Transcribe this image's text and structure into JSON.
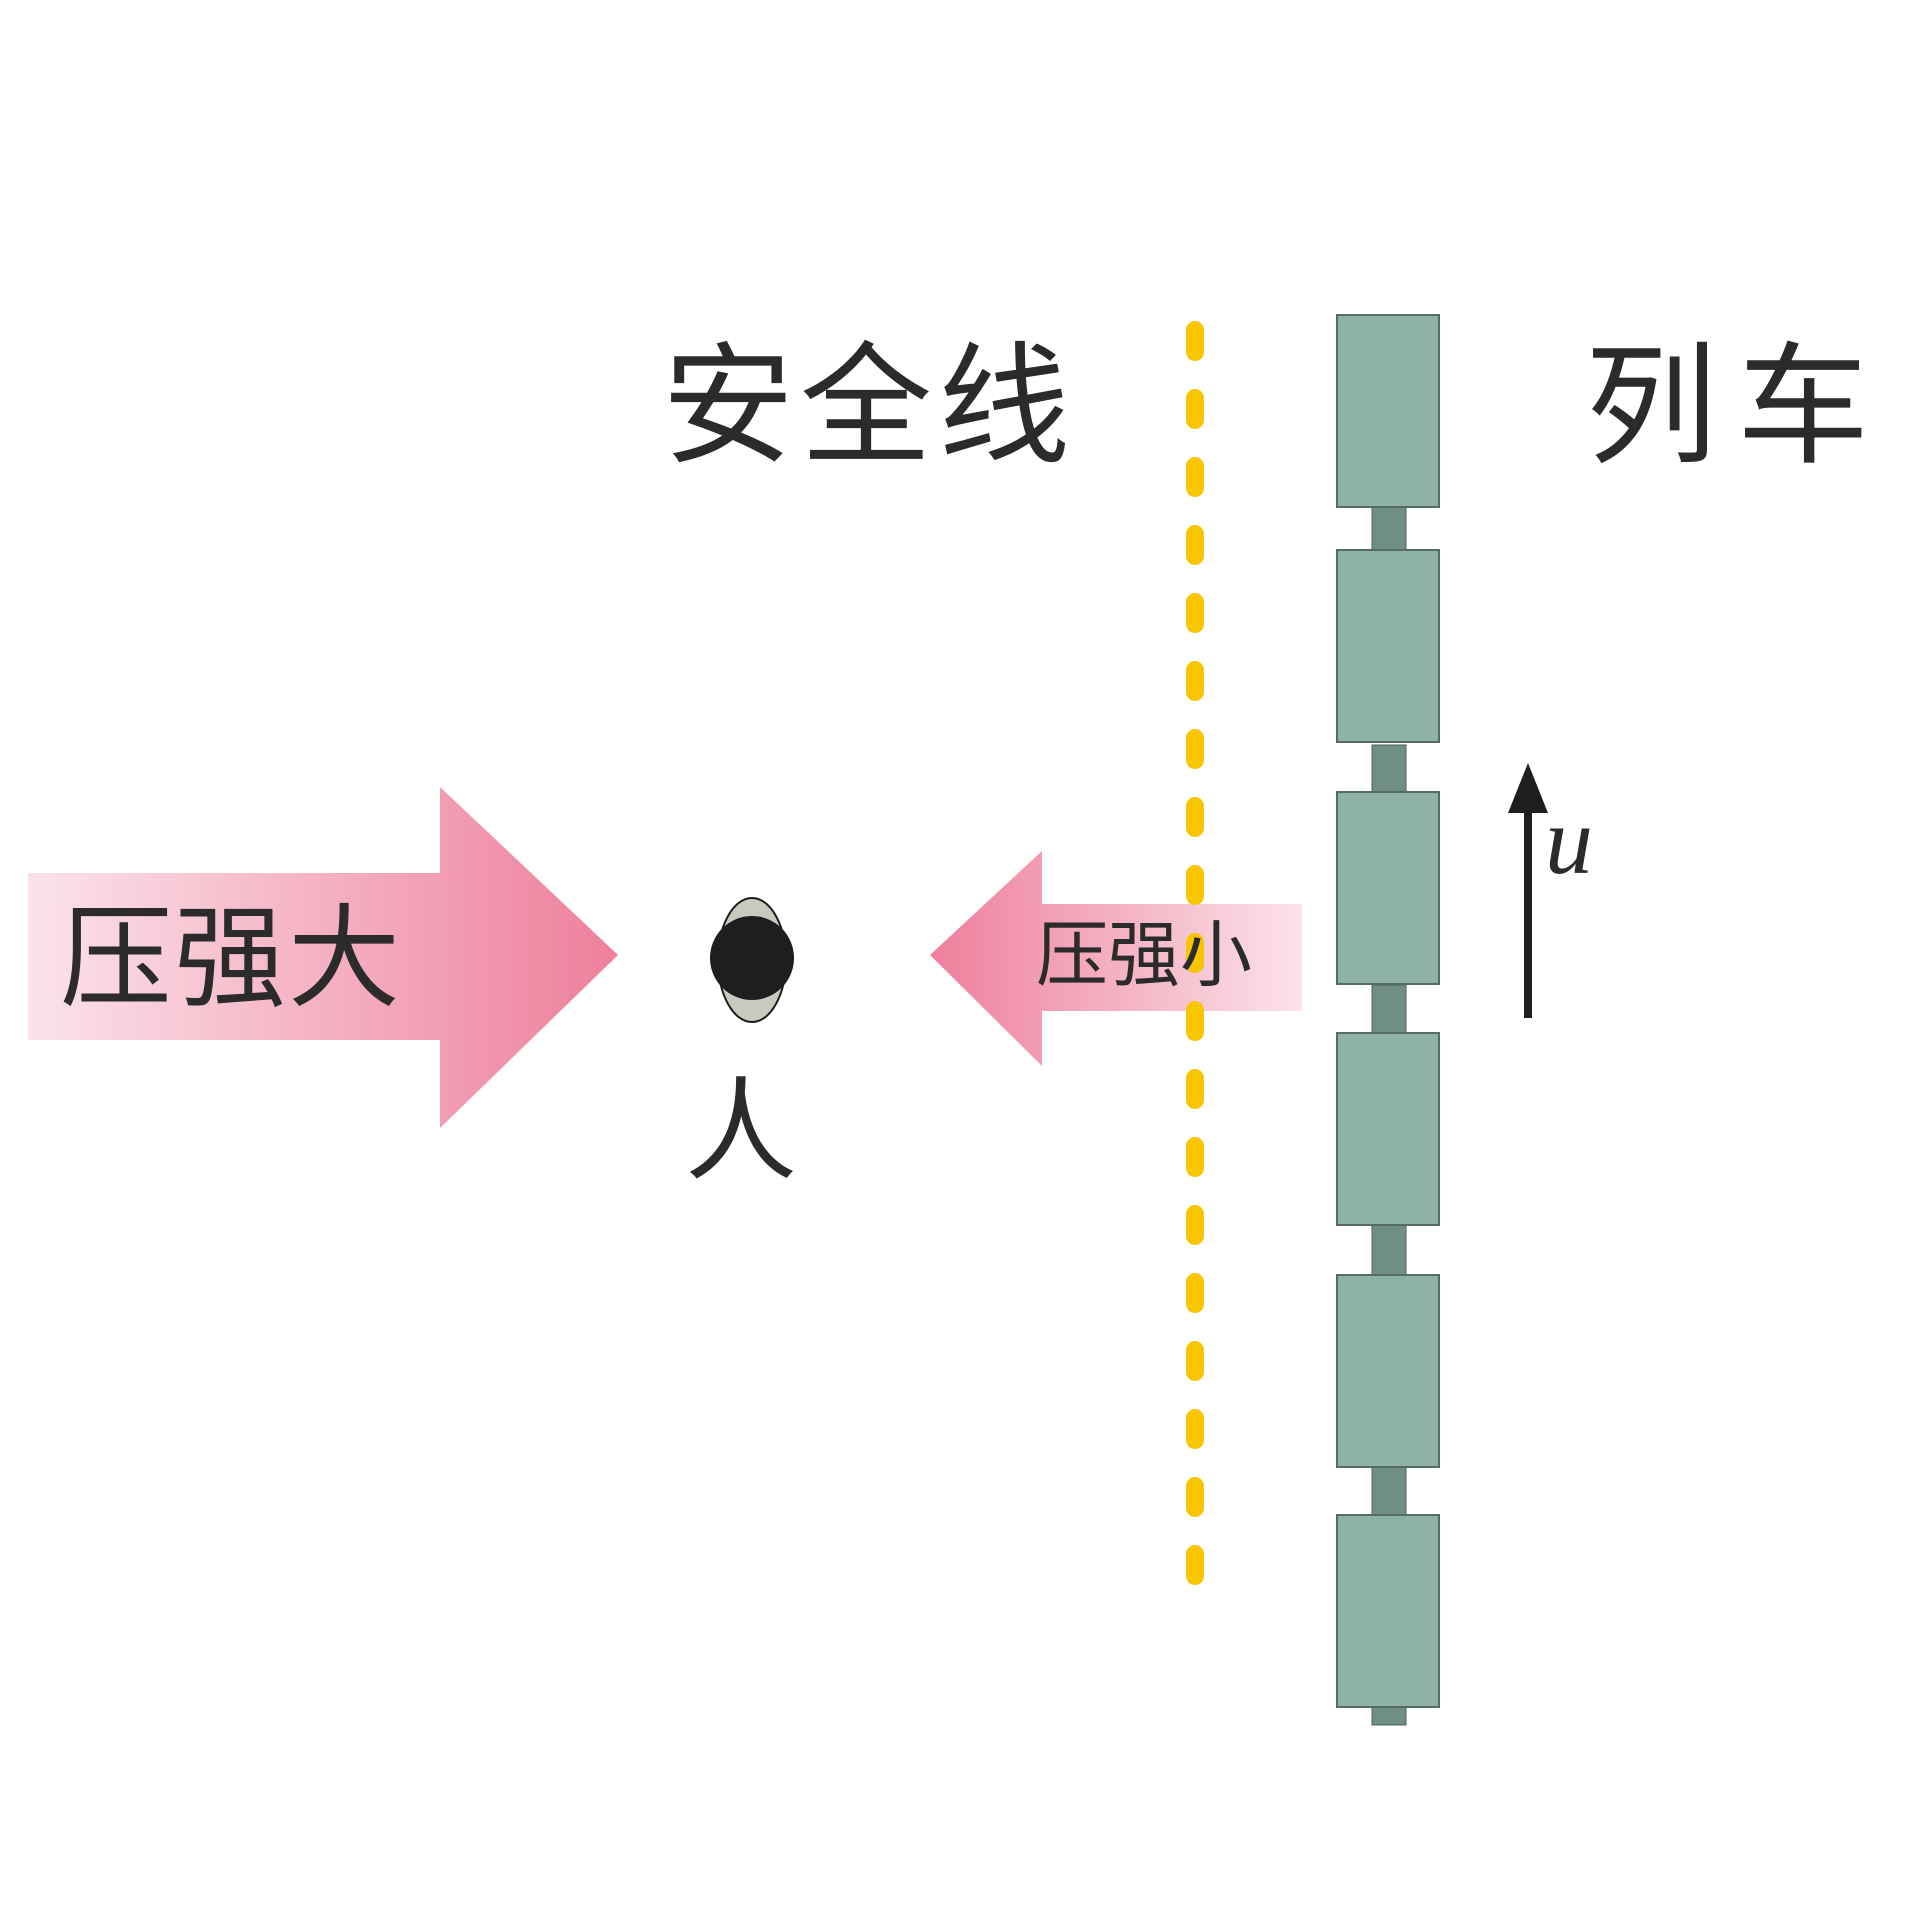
{
  "labels": {
    "safety_line": "安全线",
    "train": "列车",
    "person": "人",
    "pressure_high": "压强大",
    "pressure_low": "压强小",
    "velocity": "u"
  },
  "colors": {
    "safety_line": "#f8c600",
    "train_car": "#8db3a5",
    "train_coupler": "#6f8e84",
    "arrow_pink": "#ee7f9c",
    "arrow_pink_light": "#fbe3ea",
    "person_body": "#1e1e1e",
    "person_shoulders": "#c6cbbd",
    "text": "#2b2b2b"
  },
  "train": {
    "car_count": 6
  }
}
